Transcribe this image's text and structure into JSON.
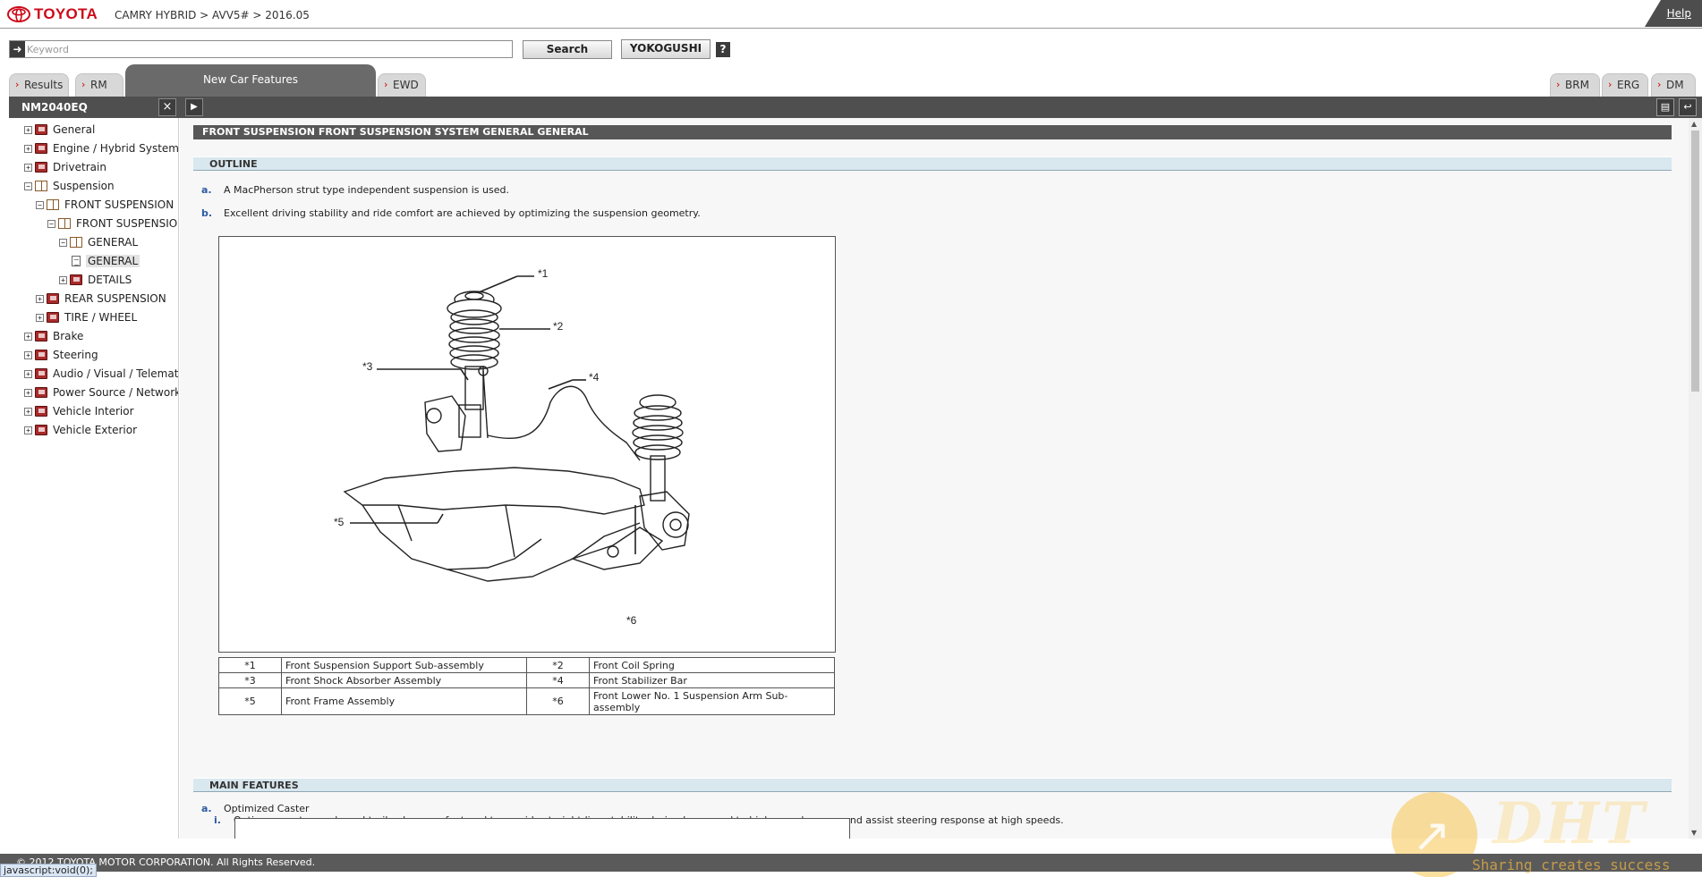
{
  "header": {
    "logo_text": "TOYOTA",
    "breadcrumb": "CAMRY HYBRID > AVV5# > 2016.05",
    "help_label": "Help"
  },
  "search": {
    "placeholder": "Keyword",
    "value": "",
    "search_label": "Search",
    "yokogushi_label": "YOKOGUSHI",
    "question_label": "?"
  },
  "tabs": {
    "left": [
      {
        "label": "Results"
      },
      {
        "label": "RM"
      }
    ],
    "active": "New Car Features",
    "after_active": [
      {
        "label": "EWD"
      }
    ],
    "right": [
      {
        "label": "BRM"
      },
      {
        "label": "ERG"
      },
      {
        "label": "DM"
      }
    ]
  },
  "tree": {
    "title": "NM2040EQ",
    "close_label": "×",
    "nodes": [
      {
        "label": "General",
        "expand": "+"
      },
      {
        "label": "Engine / Hybrid System",
        "expand": "+"
      },
      {
        "label": "Drivetrain",
        "expand": "+"
      },
      {
        "label": "Suspension",
        "expand": "−"
      },
      {
        "label": "FRONT SUSPENSION",
        "expand": "−"
      },
      {
        "label": "FRONT SUSPENSION SYSTEM",
        "expand": "−"
      },
      {
        "label": "GENERAL",
        "expand": "−"
      },
      {
        "label": "GENERAL",
        "expand": ""
      },
      {
        "label": "DETAILS",
        "expand": "+"
      },
      {
        "label": "REAR SUSPENSION",
        "expand": "+"
      },
      {
        "label": "TIRE / WHEEL",
        "expand": "+"
      },
      {
        "label": "Brake",
        "expand": "+"
      },
      {
        "label": "Steering",
        "expand": "+"
      },
      {
        "label": "Audio / Visual / Telematics",
        "expand": "+"
      },
      {
        "label": "Power Source / Network",
        "expand": "+"
      },
      {
        "label": "Vehicle Interior",
        "expand": "+"
      },
      {
        "label": "Vehicle Exterior",
        "expand": "+"
      }
    ]
  },
  "content": {
    "title": "FRONT SUSPENSION  FRONT SUSPENSION SYSTEM  GENERAL  GENERAL",
    "outline_heading": "OUTLINE",
    "outline_items": [
      {
        "marker": "a.",
        "text": "A MacPherson strut type independent suspension is used."
      },
      {
        "marker": "b.",
        "text": "Excellent driving stability and ride comfort are achieved by optimizing the suspension geometry."
      }
    ],
    "callouts": [
      "*1",
      "*2",
      "*3",
      "*4",
      "*5",
      "*6"
    ],
    "legend": [
      [
        {
          "key": "*1",
          "desc": "Front Suspension Support Sub-assembly"
        },
        {
          "key": "*2",
          "desc": "Front Coil Spring"
        }
      ],
      [
        {
          "key": "*3",
          "desc": "Front Shock Absorber Assembly"
        },
        {
          "key": "*4",
          "desc": "Front Stabilizer Bar"
        }
      ],
      [
        {
          "key": "*5",
          "desc": "Front Frame Assembly"
        },
        {
          "key": "*6",
          "desc": "Front Lower No. 1 Suspension Arm Sub-assembly"
        }
      ]
    ],
    "main_heading": "MAIN FEATURES",
    "main_items": [
      {
        "marker": "a.",
        "text": "Optimized Caster"
      },
      {
        "marker": "i.",
        "text": "Optimum caster angle and trail values are featured to provide straight-line stability during low-speed to high-speed ranges and assist steering response at high speeds."
      }
    ]
  },
  "footer": {
    "copyright": "© 2012 TOYOTA MOTOR CORPORATION. All Rights Reserved.",
    "status": "javascript:void(0);"
  },
  "watermark": {
    "text": "DHT",
    "sub": "Sharing creates success"
  },
  "colors": {
    "brand_red": "#cc0a1a",
    "dark_bar": "#4f4f4f",
    "section_bg": "#d9e7ee",
    "marker_blue": "#2c5aa0"
  }
}
